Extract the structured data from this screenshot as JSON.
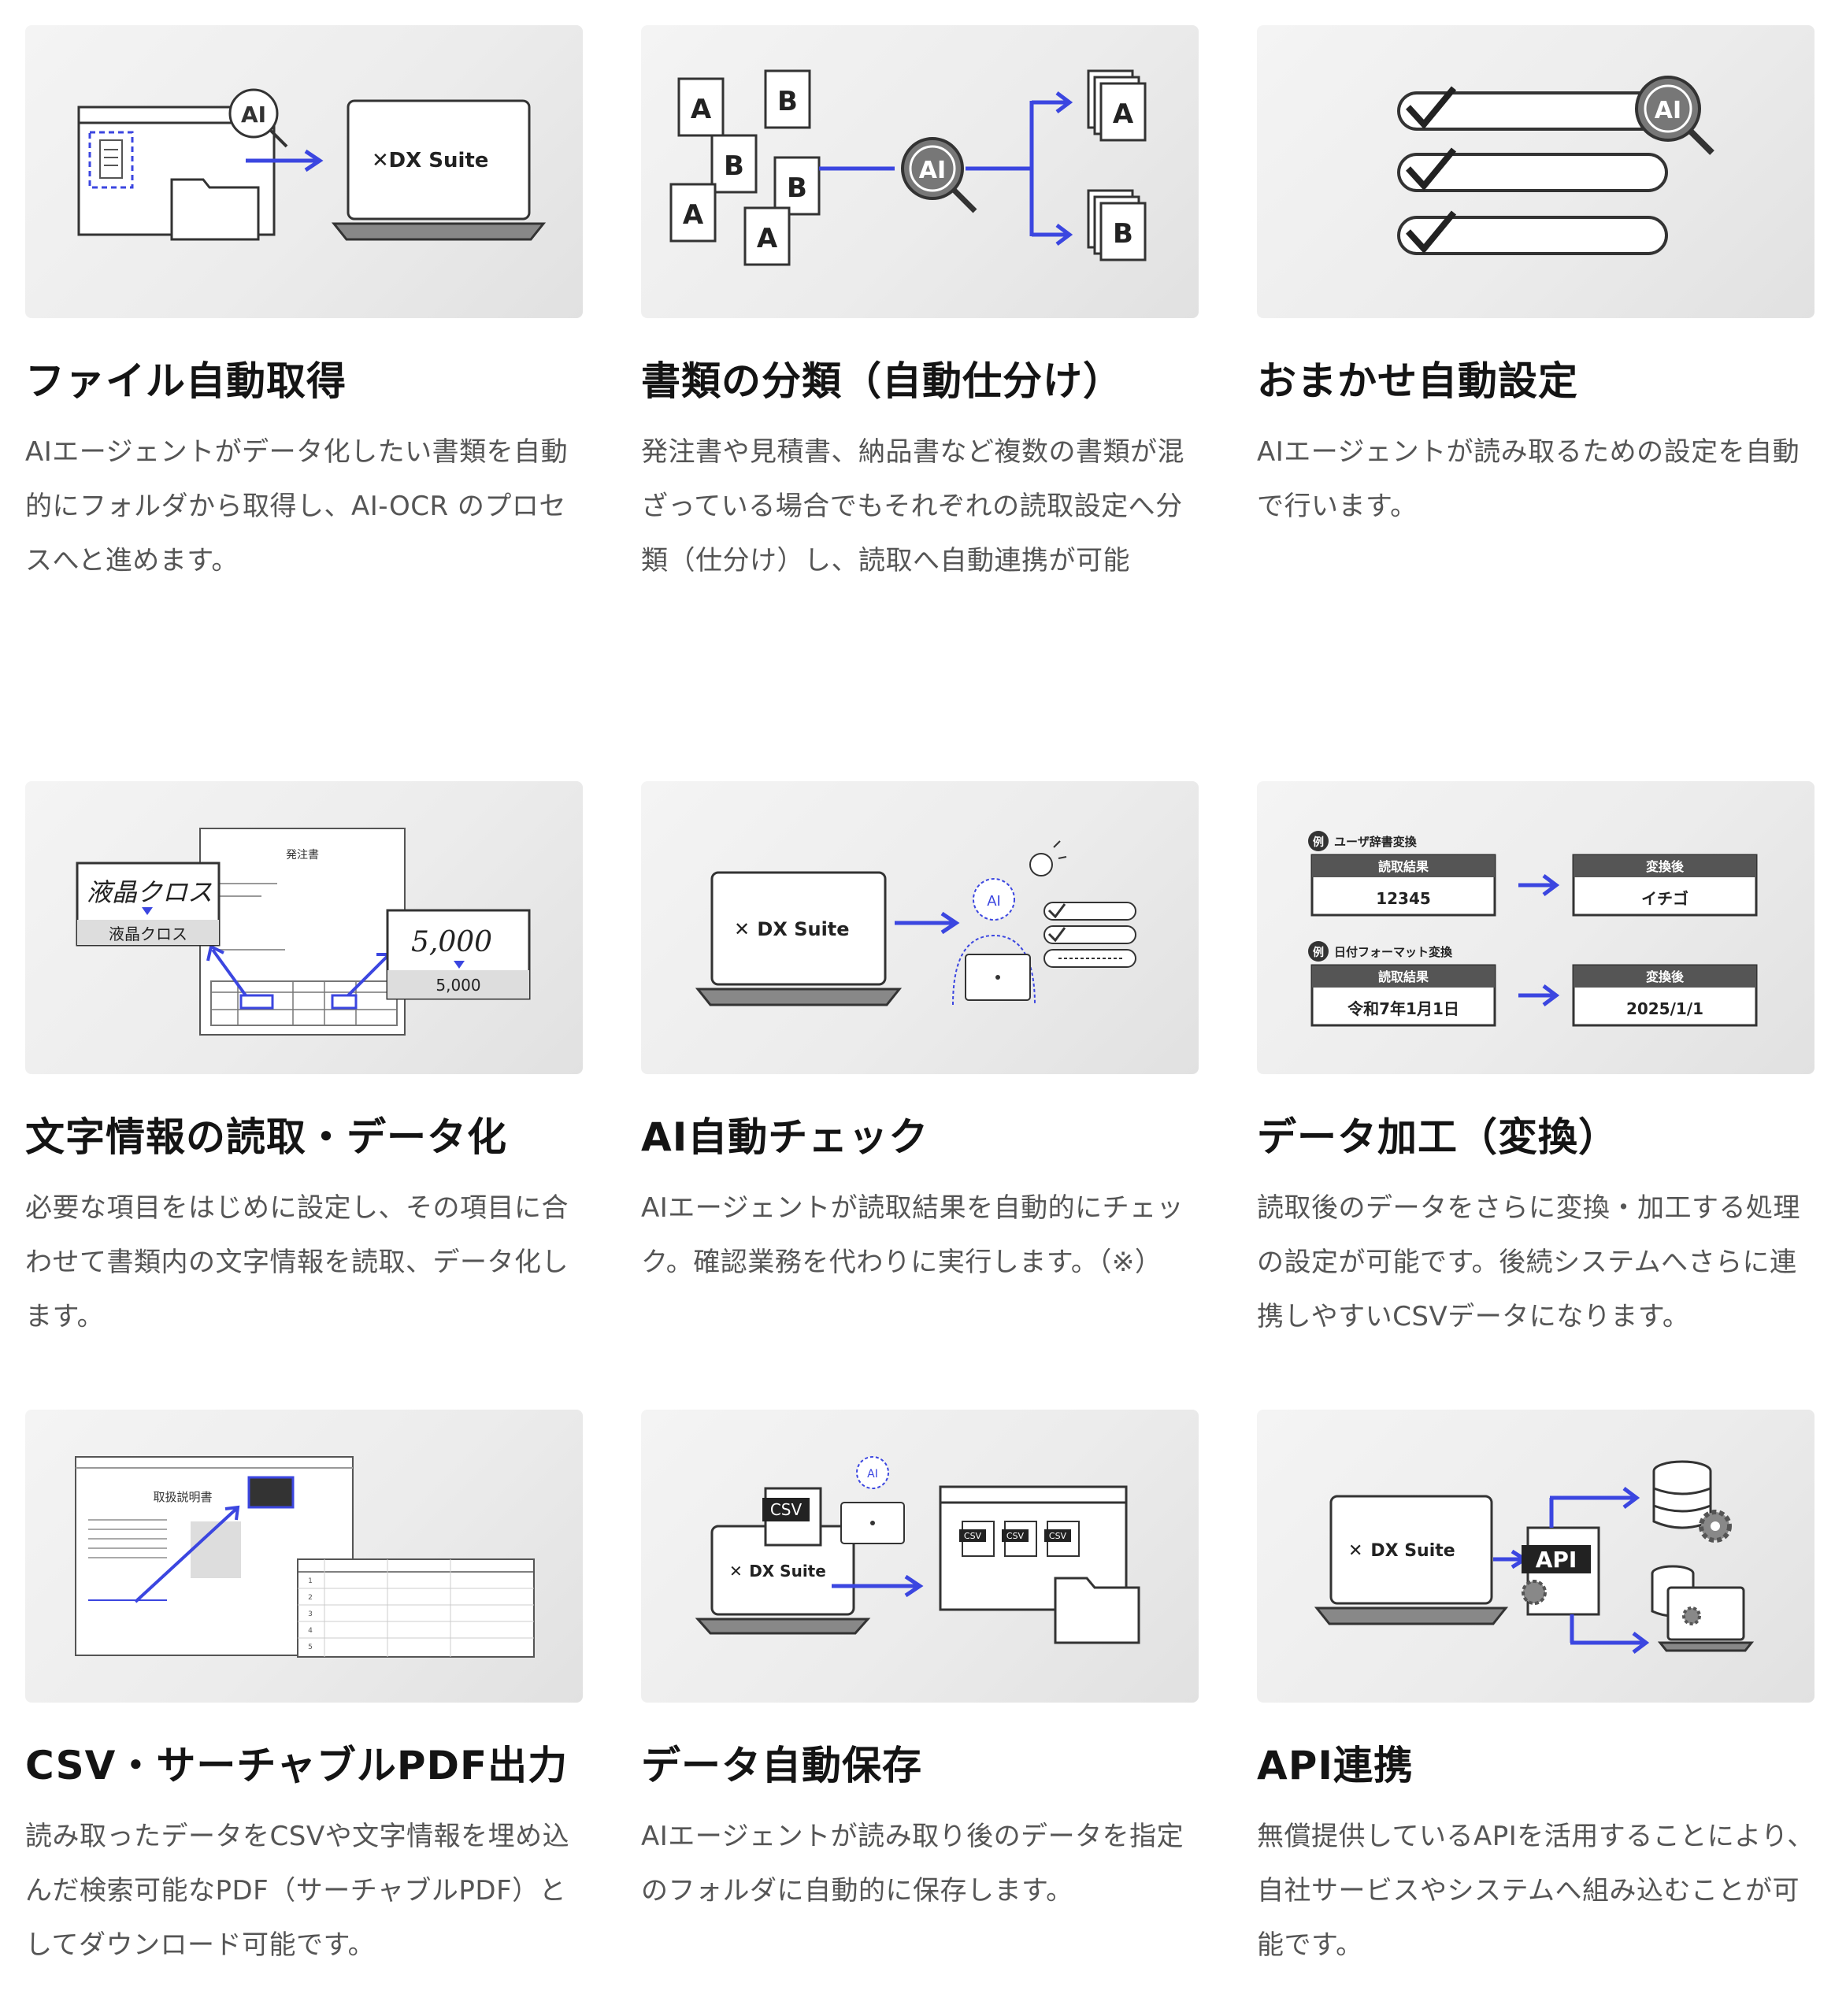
{
  "colors": {
    "accent": "#3b46e0",
    "ink": "#333333",
    "text": "#141414",
    "muted": "#555555",
    "panel": "#ececec"
  },
  "cards": [
    {
      "title": "ファイル自動取得",
      "desc": "AIエージェントがデータ化したい書類を自動的にフォルダから取得し、AI-OCR のプロセスへと進めます。",
      "illus": {
        "icons": [
          "folder-icon",
          "magnifier-icon",
          "laptop-icon"
        ],
        "ai": "AI",
        "brand": "DX Suite"
      }
    },
    {
      "title": "書類の分類（自動仕分け）",
      "desc": "発注書や見積書、納品書など複数の書類が混ざっている場合でもそれぞれの読取設定へ分類（仕分け）し、読取へ自動連携が可能",
      "illus": {
        "icons": [
          "document-icon",
          "magnifier-icon"
        ],
        "ai": "AI",
        "a": "A",
        "b": "B"
      }
    },
    {
      "title": "おまかせ自動設定",
      "desc": "AIエージェントが読み取るための設定を自動で行います。",
      "illus": {
        "icons": [
          "checkbox-icon",
          "magnifier-icon"
        ],
        "ai": "AI"
      }
    },
    {
      "title": "文字情報の読取・データ化",
      "desc": "必要な項目をはじめに設定し、その項目に合わせて書類内の文字情報を読取、データ化します。",
      "illus": {
        "icons": [
          "document-icon"
        ],
        "doc_title": "発注書",
        "handwritten_1": "液晶クロス",
        "typed_1": "液晶クロス",
        "handwritten_2": "5,000",
        "typed_2": "5,000"
      }
    },
    {
      "title": "AI自動チェック",
      "desc": "AIエージェントが読取結果を自動的にチェック。確認業務を代わりに実行します。（※）",
      "illus": {
        "icons": [
          "laptop-icon",
          "lightbulb-icon",
          "checklist-icon"
        ],
        "ai": "AI",
        "brand": "DX Suite"
      }
    },
    {
      "title": "データ加工（変換）",
      "desc": "読取後のデータをさらに変換・加工する処理の設定が可能です。後続システムへさらに連携しやすいCSVデータになります。",
      "illus": {
        "example_badge": "例",
        "ex1": {
          "label": "ユーザ辞書変換",
          "before_head": "読取結果",
          "before_val": "12345",
          "after_head": "変換後",
          "after_val": "イチゴ"
        },
        "ex2": {
          "label": "日付フォーマット変換",
          "before_head": "読取結果",
          "before_val": "令和7年1月1日",
          "after_head": "変換後",
          "after_val": "2025/1/1"
        }
      }
    },
    {
      "title": "CSV・サーチャブルPDF出力",
      "desc": "読み取ったデータをCSVや文字情報を埋め込んだ検索可能なPDF（サーチャブルPDF）としてダウンロード可能です。",
      "illus": {
        "icons": [
          "table-icon",
          "document-icon"
        ],
        "doc_title": "取扱説明書",
        "table_rows": [
          "1",
          "2",
          "3",
          "4",
          "5"
        ]
      }
    },
    {
      "title": "データ自動保存",
      "desc": "AIエージェントが読み取り後のデータを指定のフォルダに自動的に保存します。",
      "illus": {
        "icons": [
          "laptop-icon",
          "csv-icon",
          "folder-icon"
        ],
        "ai": "AI",
        "brand": "DX Suite",
        "csv": "CSV"
      }
    },
    {
      "title": "API連携",
      "desc": "無償提供しているAPIを活用することにより、自社サービスやシステムへ組み込むことが可能です。",
      "illus": {
        "icons": [
          "laptop-icon",
          "api-icon",
          "database-icon",
          "gear-icon"
        ],
        "brand": "DX Suite",
        "api": "API"
      }
    }
  ]
}
